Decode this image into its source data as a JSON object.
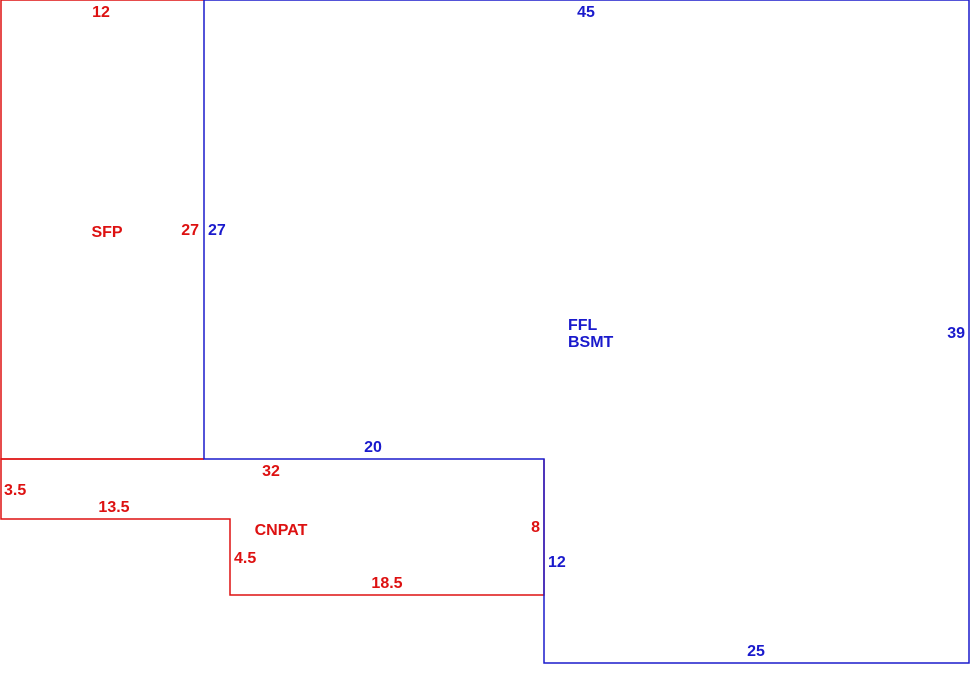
{
  "colors": {
    "secondary": "#dd1111",
    "primary": "#1a1acc",
    "background": "#ffffff"
  },
  "areas": {
    "sfp": {
      "name": "SFP",
      "dims": {
        "top": "12",
        "right": "27"
      }
    },
    "main": {
      "name_line1": "FFL",
      "name_line2": "BSMT",
      "dims": {
        "top": "45",
        "left": "27",
        "right": "39",
        "inner_top": "20",
        "inner_left": "12",
        "bottom": "25"
      }
    },
    "cnpat": {
      "name": "CNPAT",
      "dims": {
        "top": "32",
        "left": "3.5",
        "step_top": "13.5",
        "step_left": "4.5",
        "bottom": "18.5",
        "right": "8"
      }
    }
  }
}
